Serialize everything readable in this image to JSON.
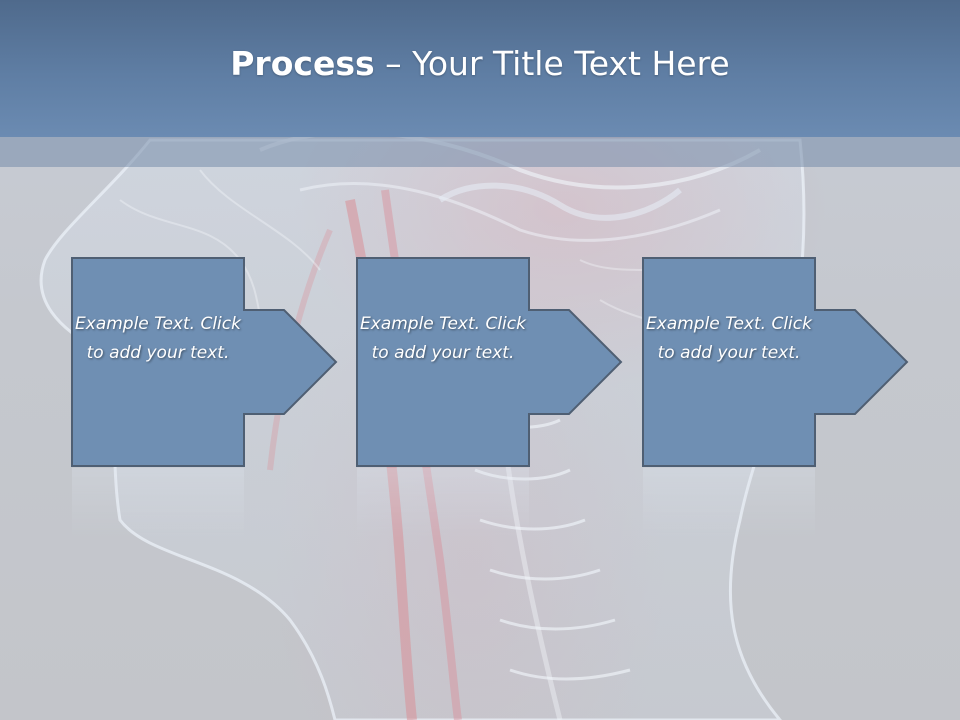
{
  "slide": {
    "title_bold": "Process",
    "title_rest": " – Your Title Text Here"
  },
  "steps": [
    {
      "label": "Example Text. Click  to add your text."
    },
    {
      "label": "Example Text. Click  to add your text."
    },
    {
      "label": "Example Text. Click  to add your text."
    }
  ],
  "colors": {
    "title_bar": "#5f7ea4",
    "step_fill": "#6f8fb3",
    "step_border": "#4f5f73",
    "background": "#c4c8cf"
  }
}
